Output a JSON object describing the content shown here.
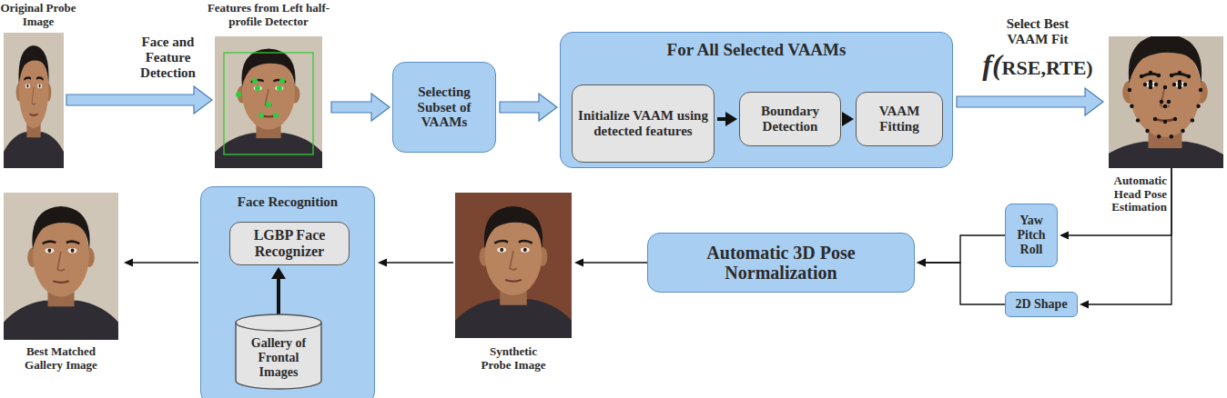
{
  "diagram": {
    "nodes": [
      {
        "text": [
          "Original Probe Image"
        ]
      },
      {
        "text": [
          "Features from Left half-profile Detector"
        ]
      },
      {
        "text": [
          "Selecting Subset of VAAMs"
        ]
      },
      {
        "text": [
          "For All Selected VAAMs"
        ]
      },
      {
        "text": [
          "Initialize VAAM using detected features"
        ],
        "in": 3
      },
      {
        "text": [
          "Boundary Detection"
        ],
        "in": 3
      },
      {
        "text": [
          "VAAM Fitting"
        ],
        "in": 3
      },
      {
        "text": [
          "Automatic Head Pose Estimation"
        ]
      },
      {
        "text": [
          "Yaw Pitch Roll"
        ]
      },
      {
        "text": [
          "2D Shape"
        ]
      },
      {
        "text": [
          "Automatic 3D Pose Normalization"
        ]
      },
      {
        "text": [
          "Synthetic Probe Image"
        ]
      },
      {
        "text": [
          "Face Recognition"
        ]
      },
      {
        "text": [
          "LGBP Face Recognizer"
        ],
        "in": 12
      },
      {
        "text": [
          "Gallery of Frontal Images"
        ],
        "in": 12
      },
      {
        "text": [
          "Best Matched Gallery Image"
        ]
      }
    ],
    "edges": [
      {
        "from": 0,
        "to": 1,
        "arrow": "to",
        "label": "Face and Feature Detection"
      },
      {
        "from": 1,
        "to": 2,
        "arrow": "to"
      },
      {
        "from": 2,
        "to": 3,
        "arrow": "to"
      },
      {
        "from": 4,
        "to": 5,
        "arrow": "to"
      },
      {
        "from": 5,
        "to": 6,
        "arrow": "to"
      },
      {
        "from": 3,
        "to": 7,
        "arrow": "to",
        "label": "Select Best VAAM Fit"
      },
      {
        "from": 7,
        "to": 8,
        "arrow": "to"
      },
      {
        "from": 7,
        "to": 9,
        "arrow": "to"
      },
      {
        "from": 8,
        "to": 10,
        "arrow": "to"
      },
      {
        "from": 9,
        "to": 10,
        "arrow": "to"
      },
      {
        "from": 10,
        "to": 11,
        "arrow": "to"
      },
      {
        "from": 11,
        "to": 12,
        "arrow": "to"
      },
      {
        "from": 14,
        "to": 13,
        "arrow": "to"
      },
      {
        "from": 12,
        "to": 15,
        "arrow": "to"
      }
    ],
    "labels": [
      "f(RSE,RTE)"
    ]
  }
}
